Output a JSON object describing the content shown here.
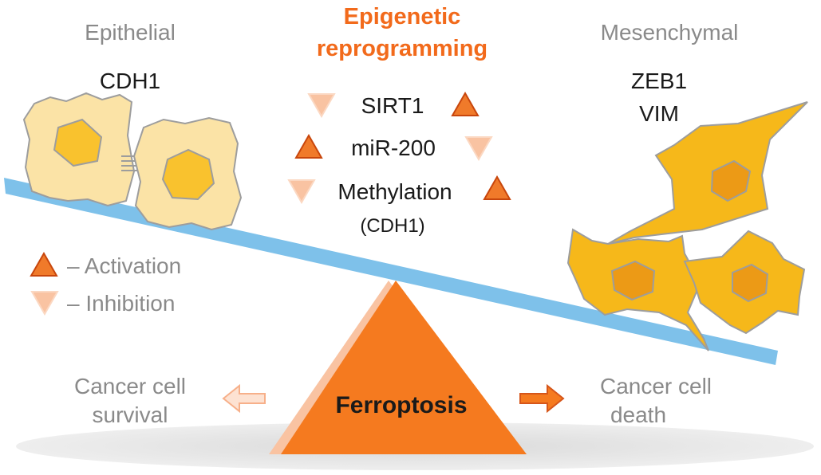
{
  "title": {
    "line1": "Epigenetic",
    "line2": "reprogramming"
  },
  "left_state": {
    "label": "Epithelial",
    "marker": "CDH1"
  },
  "right_state": {
    "label": "Mesenchymal",
    "marker1": "ZEB1",
    "marker2": "VIM"
  },
  "regulators": [
    {
      "name": "SIRT1",
      "left": "inhibition",
      "right": "activation"
    },
    {
      "name": "miR-200",
      "left": "activation",
      "right": "inhibition"
    },
    {
      "name": "Methylation",
      "sub": "(CDH1)",
      "left": "inhibition",
      "right": "activation"
    }
  ],
  "legend": {
    "activation": "– Activation",
    "inhibition": "– Inhibition"
  },
  "fulcrum_label": "Ferroptosis",
  "outcomes": {
    "left": {
      "line1": "Cancer cell",
      "line2": "survival"
    },
    "right": {
      "line1": "Cancer cell",
      "line2": "death"
    }
  },
  "colors": {
    "accent": "#f26a1b",
    "beam": "#7ec1ea",
    "epithelial_cell": "#fbe3a6",
    "epithelial_nucleus": "#f9c22e",
    "mesenchymal_cell": "#f6b81a",
    "mesenchymal_nucleus": "#ec9a16",
    "activation_icon": "#f07a2a",
    "inhibition_icon": "#f9c3a2",
    "label_grey": "#8a8a8a"
  }
}
